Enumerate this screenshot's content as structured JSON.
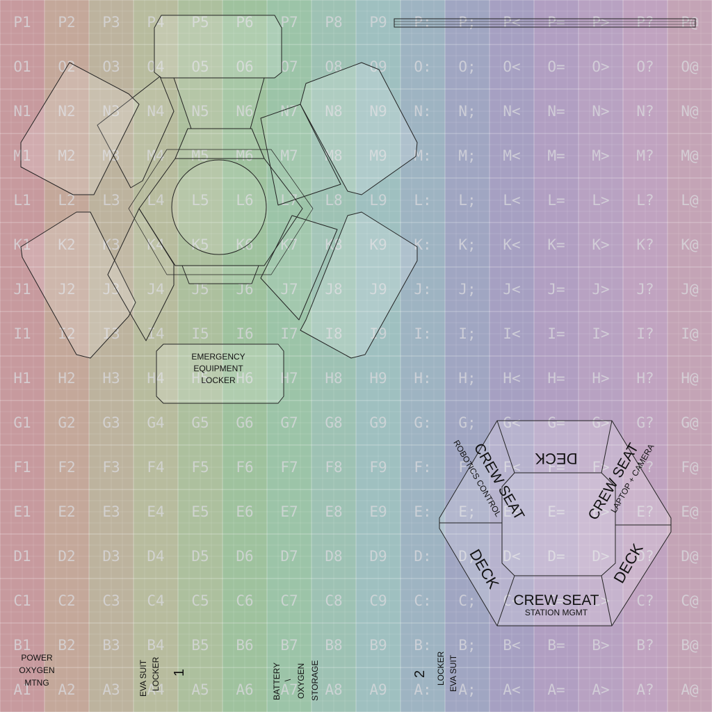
{
  "grid": {
    "columns": [
      "1",
      "2",
      "3",
      "4",
      "5",
      "6",
      "7",
      "8",
      "9",
      ":",
      ";",
      "<",
      "=",
      ">",
      "?",
      "@"
    ],
    "rows": [
      "P",
      "O",
      "N",
      "M",
      "L",
      "K",
      "J",
      "I",
      "H",
      "G",
      "F",
      "E",
      "D",
      "C",
      "B",
      "A"
    ]
  },
  "column_colors": [
    "#c79a9e",
    "#c4a89a",
    "#bdb39e",
    "#b8bc9e",
    "#adc09e",
    "#9fc29e",
    "#9cc4a8",
    "#9ec2b4",
    "#9fc0c0",
    "#9eb4c2",
    "#a0a6c2",
    "#a6a0c2",
    "#b19fc2",
    "#b8a2c2",
    "#c0a3c0",
    "#c4a4b6"
  ],
  "overlay": {
    "locker_top": [
      "EMERGENCY",
      "EQUIPMENT",
      "LOCKER"
    ],
    "hex_deck_top": "DECK",
    "hex_deck_left": "DECK",
    "hex_deck_right": "DECK",
    "crew_seat_bottom": "CREW SEAT",
    "crew_seat_bottom_sub": "STATION MGMT",
    "crew_seat_left": "CREW SEAT",
    "crew_seat_left_sub": "ROBOTICS CONTROL",
    "crew_seat_right": "CREW SEAT",
    "crew_seat_right_sub": "LAPTOP + CAMERA",
    "power_label": [
      "POWER",
      "OXYGEN",
      "MTNG"
    ],
    "eva_locker_1": [
      "EVA SUIT",
      "LOCKER"
    ],
    "number_1": "1",
    "battery_label": [
      "BATTERY",
      "\\",
      "OXYGEN",
      "STORAGE"
    ],
    "number_2": "2",
    "eva_locker_2": [
      "EVA SUIT",
      "LOCKER"
    ]
  }
}
